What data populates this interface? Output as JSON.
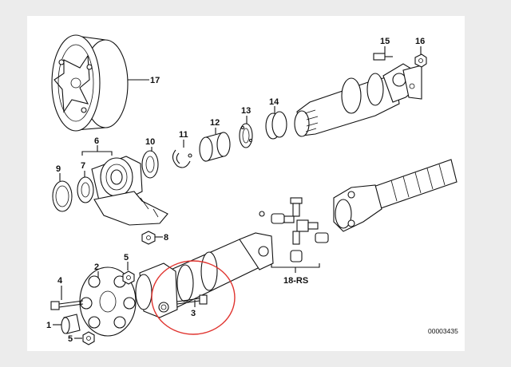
{
  "diagram": {
    "part_labels": {
      "p1": "1",
      "p2": "2",
      "p3": "3",
      "p4": "4",
      "p5a": "5",
      "p5b": "5",
      "p6": "6",
      "p7": "7",
      "p8": "8",
      "p9": "9",
      "p10": "10",
      "p11": "11",
      "p12": "12",
      "p13": "13",
      "p14": "14",
      "p15": "15",
      "p16": "16",
      "p17": "17",
      "p18": "18-RS"
    },
    "diagram_code": "00003435",
    "highlight_color": "#e0342f"
  }
}
